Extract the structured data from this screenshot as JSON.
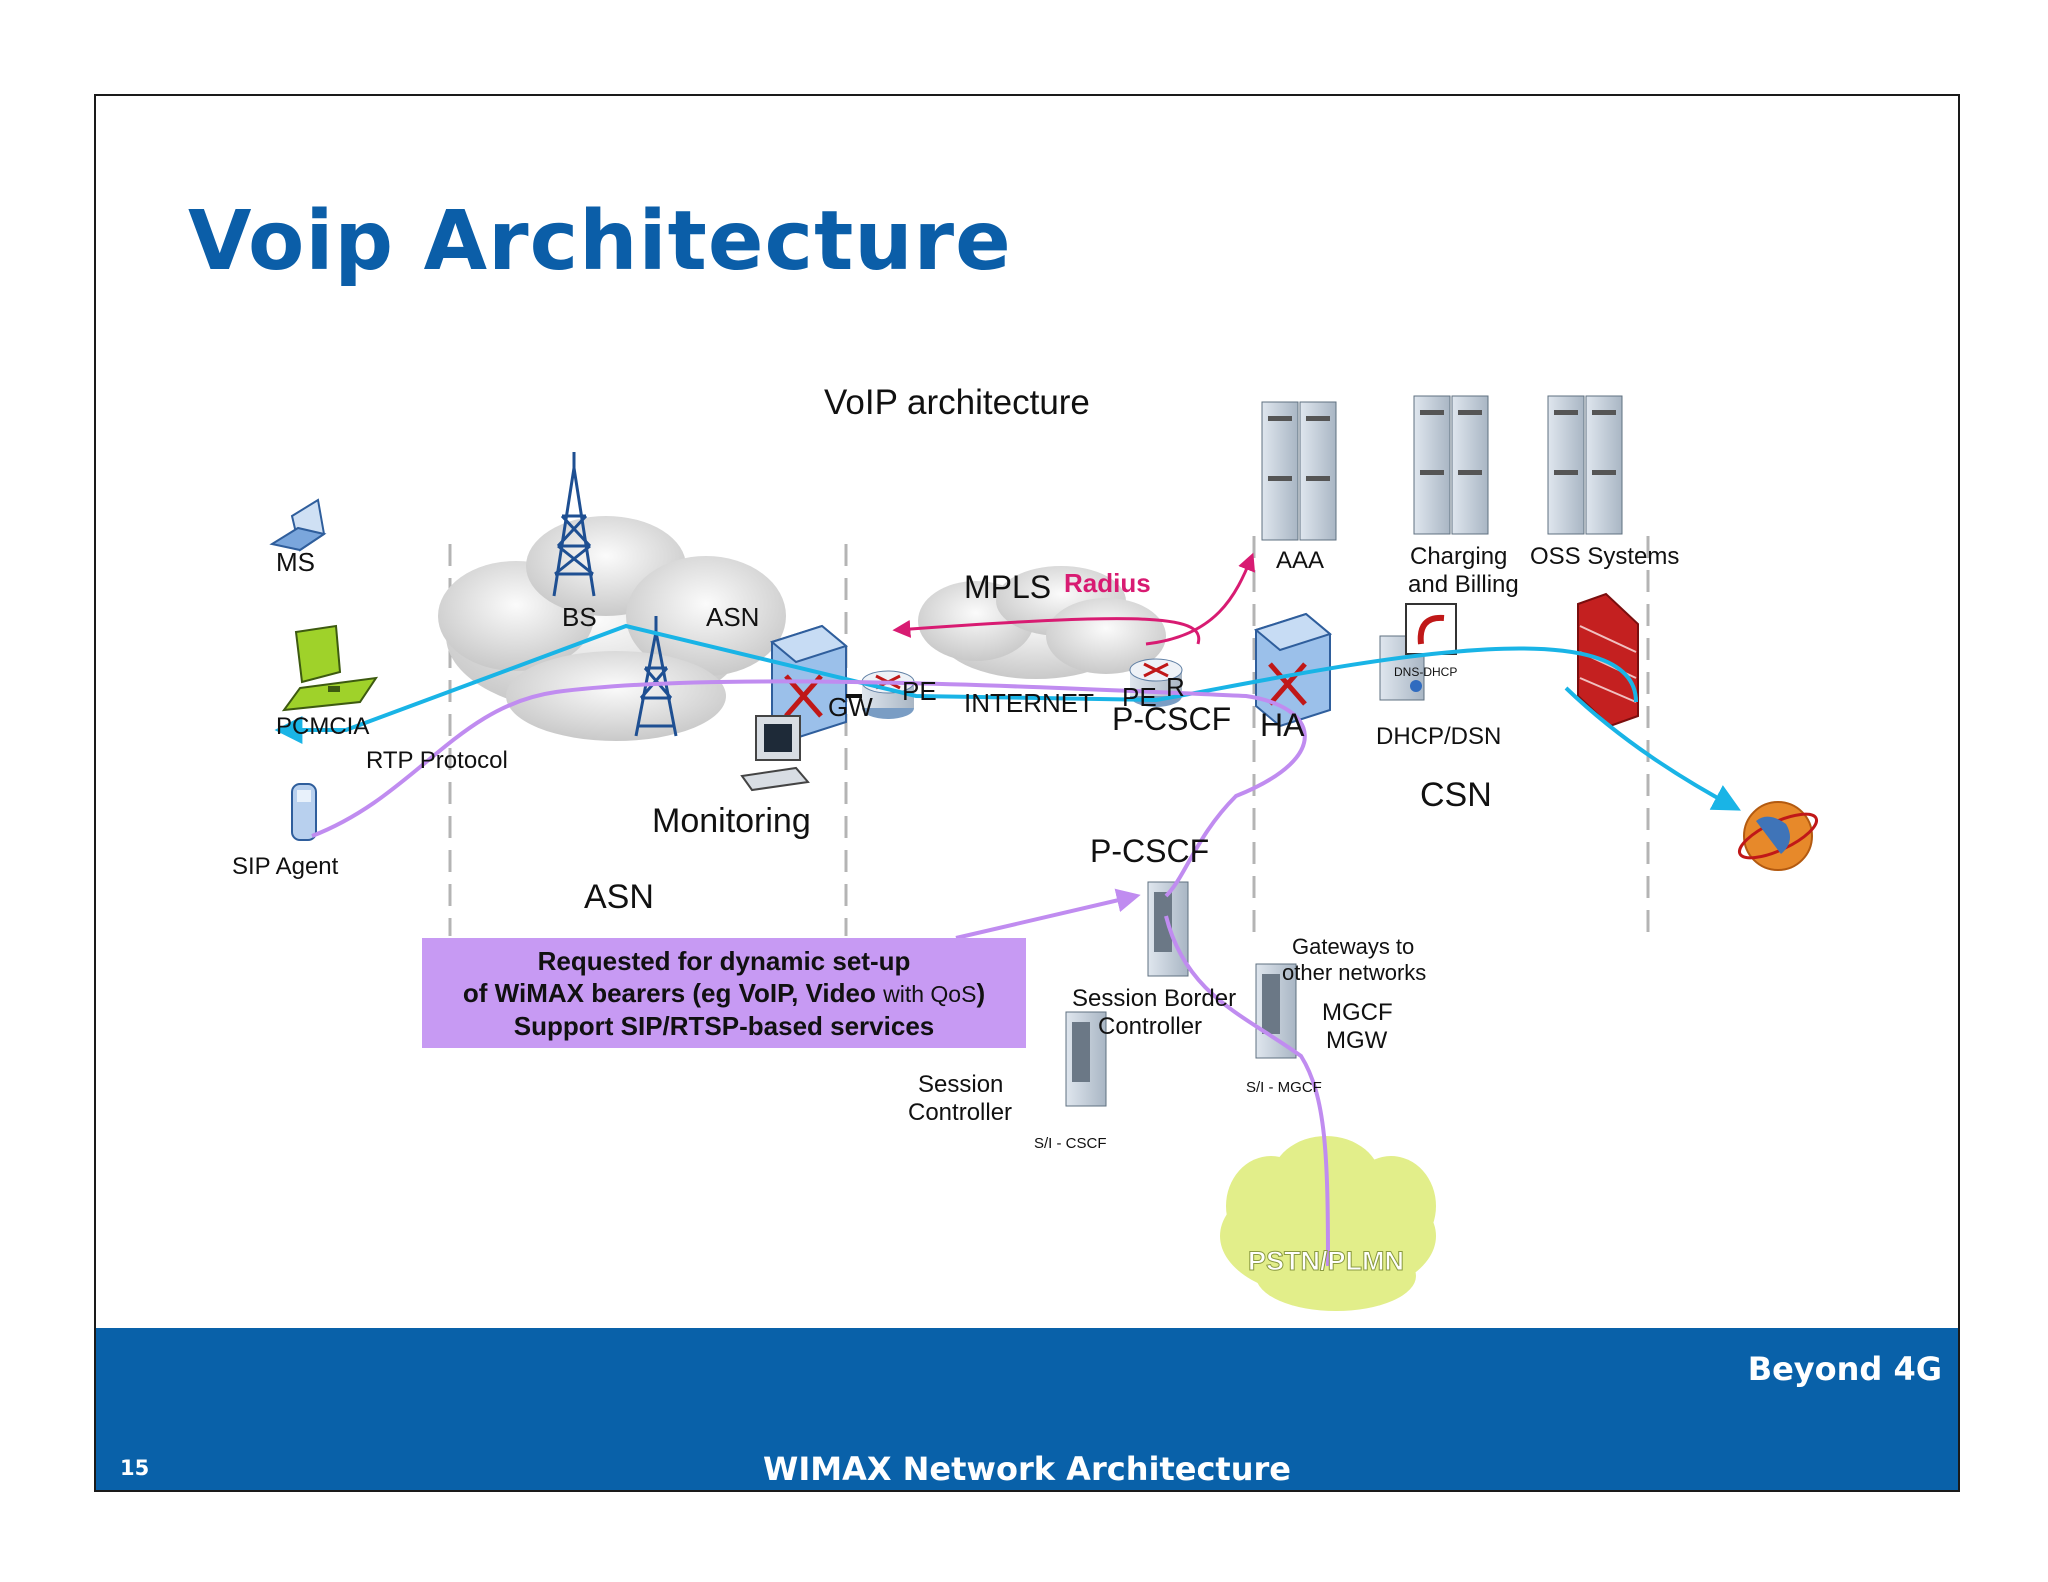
{
  "slide": {
    "title": "Voip Architecture",
    "page_number": "15",
    "footer_course": "WIMAX Network Architecture",
    "footer_brand": "Beyond 4G"
  },
  "diagram": {
    "subtitle": "VoIP architecture",
    "zones": {
      "asn": "ASN",
      "csn": "CSN"
    },
    "devices": {
      "ms": "MS",
      "pcmcia": "PCMCIA",
      "sip_agent": "SIP Agent",
      "bs": "BS",
      "asn_gw_top": "ASN",
      "asn_gw_bottom": "GW",
      "monitoring": "Monitoring",
      "pe_left": "PE",
      "internet": "INTERNET",
      "pe_right": "PE",
      "r": "R",
      "mpls": "MPLS",
      "p_cscf_core": "P-CSCF",
      "ha": "HA",
      "aaa": "AAA",
      "charging_line1": "Charging",
      "charging_line2": "and Billing",
      "oss": "OSS Systems",
      "dns_dhcp": "DNS-DHCP",
      "dhcp_dsn": "DHCP/DSN",
      "p_cscf": "P-CSCF",
      "sbc_line1": "Session  Border",
      "sbc_line2": "Controller",
      "sc_line1": "Session",
      "sc_line2": "Controller",
      "si_cscf": "S/I - CSCF",
      "gw_line1": "Gateways to",
      "gw_line2": "other networks",
      "mgcf": "MGCF",
      "mgw": "MGW",
      "si_mgcf": "S/I - MGCF",
      "pstn": "PSTN/PLMN"
    },
    "links": {
      "radius": "Radius",
      "rtp": "RTP Protocol"
    },
    "callout": {
      "line1": "Requested for dynamic set-up",
      "line2_bold": "of WiMAX bearers (eg VoIP, Video",
      "line2_small": "with QoS",
      "line2_end": ")",
      "line3": "Support SIP/RTSP-based services"
    },
    "colors": {
      "title": "#0b5ea8",
      "footer": "#0961a9",
      "cyan_link": "#19b4e6",
      "purple_link": "#c08cf0",
      "radius_link": "#d81b72",
      "callout_fill": "#c79af3",
      "pstn_cloud": "#e2ee8a"
    }
  }
}
